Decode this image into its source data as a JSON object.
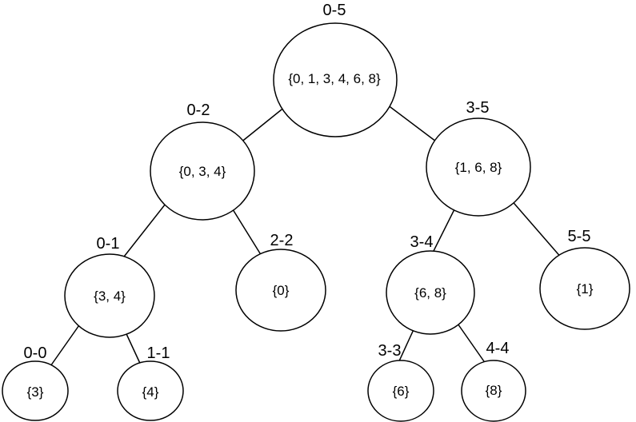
{
  "diagram": {
    "type": "segment-tree",
    "colors": {
      "background": "#ffffff",
      "stroke": "#000000",
      "text": "#000000",
      "node_fill": "#ffffff"
    },
    "nodes": [
      {
        "id": "0-5",
        "range_label": "0-5",
        "set_label": "{0, 1, 3, 4, 6, 8}"
      },
      {
        "id": "0-2",
        "range_label": "0-2",
        "set_label": "{0, 3, 4}"
      },
      {
        "id": "3-5",
        "range_label": "3-5",
        "set_label": "{1, 6, 8}"
      },
      {
        "id": "0-1",
        "range_label": "0-1",
        "set_label": "{3, 4}"
      },
      {
        "id": "2-2",
        "range_label": "2-2",
        "set_label": "{0}"
      },
      {
        "id": "3-4",
        "range_label": "3-4",
        "set_label": "{6, 8}"
      },
      {
        "id": "5-5",
        "range_label": "5-5",
        "set_label": "{1}"
      },
      {
        "id": "0-0",
        "range_label": "0-0",
        "set_label": "{3}"
      },
      {
        "id": "1-1",
        "range_label": "1-1",
        "set_label": "{4}"
      },
      {
        "id": "3-3",
        "range_label": "3-3",
        "set_label": "{6}"
      },
      {
        "id": "4-4",
        "range_label": "4-4",
        "set_label": "{8}"
      }
    ],
    "edges": [
      {
        "from": "0-5",
        "to": "0-2"
      },
      {
        "from": "0-5",
        "to": "3-5"
      },
      {
        "from": "0-2",
        "to": "0-1"
      },
      {
        "from": "0-2",
        "to": "2-2"
      },
      {
        "from": "3-5",
        "to": "3-4"
      },
      {
        "from": "3-5",
        "to": "5-5"
      },
      {
        "from": "0-1",
        "to": "0-0"
      },
      {
        "from": "0-1",
        "to": "1-1"
      },
      {
        "from": "3-4",
        "to": "3-3"
      },
      {
        "from": "3-4",
        "to": "4-4"
      }
    ]
  }
}
